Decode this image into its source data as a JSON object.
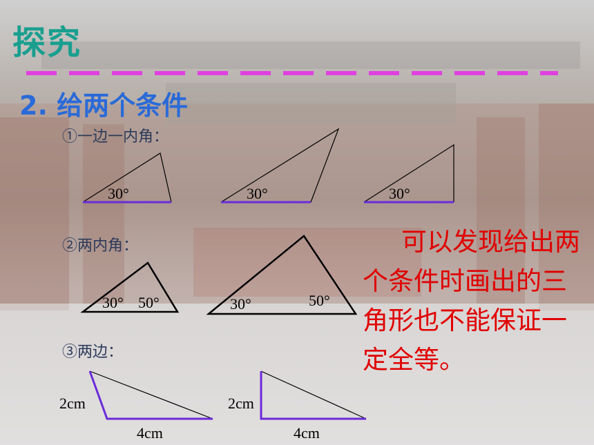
{
  "slide": {
    "title": "探究",
    "subtitle": "2. 给两个条件",
    "cases": [
      {
        "label": "①一边一内角："
      },
      {
        "label": "②两内角："
      },
      {
        "label": "③两边："
      }
    ],
    "conclusion": "可以发现给出两个条件时画出的三角形也不能保证一定全等。"
  },
  "figures": {
    "angle_30": "30°",
    "angle_50": "50°",
    "side_2cm": "2cm",
    "side_4cm": "4cm"
  },
  "colors": {
    "title": "#1a9f8f",
    "subtitle": "#2a6ad8",
    "dash": "#e040e0",
    "highlight_side": "#6a2bd8",
    "conclusion": "#e00000"
  }
}
